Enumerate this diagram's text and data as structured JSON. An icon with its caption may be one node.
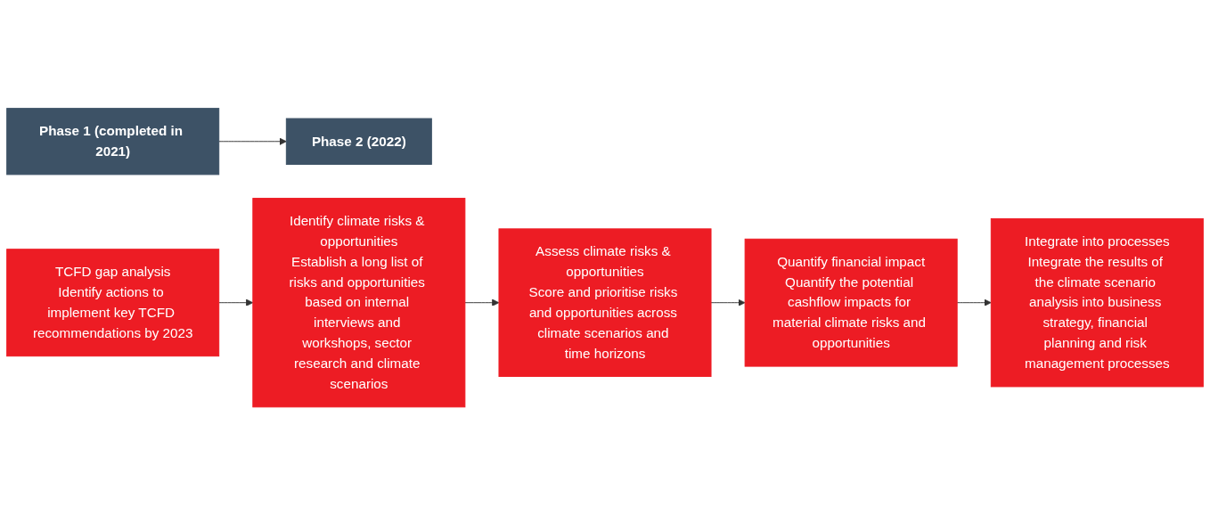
{
  "diagram": {
    "nodes": [
      {
        "text": [
          "Phase 1 (completed in 2021)"
        ]
      },
      {
        "text": [
          "Phase 2 (2022)"
        ]
      },
      {
        "text": [
          "TCFD gap analysis",
          "Identify actions to implement key TCFD recommendations by 2023"
        ]
      },
      {
        "text": [
          "Identify climate risks & opportunities",
          "Establish a long list of risks and opportunities based on internal interviews and workshops, sector research and climate scenarios"
        ]
      },
      {
        "text": [
          "Assess climate risks & opportunities",
          "Score and prioritise risks and opportunities across climate scenarios and time horizons"
        ]
      },
      {
        "text": [
          "Quantify financial impact",
          "Quantify the potential cashflow impacts for material climate risks and opportunities"
        ]
      },
      {
        "text": [
          "Integrate into processes",
          "Integrate the results of the climate scenario analysis into business strategy, financial planning and risk management processes"
        ]
      }
    ],
    "edges": [
      {
        "from": 0,
        "to": 1,
        "arrow": "to"
      },
      {
        "from": 2,
        "to": 3,
        "arrow": "to"
      },
      {
        "from": 3,
        "to": 4,
        "arrow": "to"
      },
      {
        "from": 4,
        "to": 5,
        "arrow": "to"
      },
      {
        "from": 5,
        "to": 6,
        "arrow": "to"
      }
    ]
  }
}
